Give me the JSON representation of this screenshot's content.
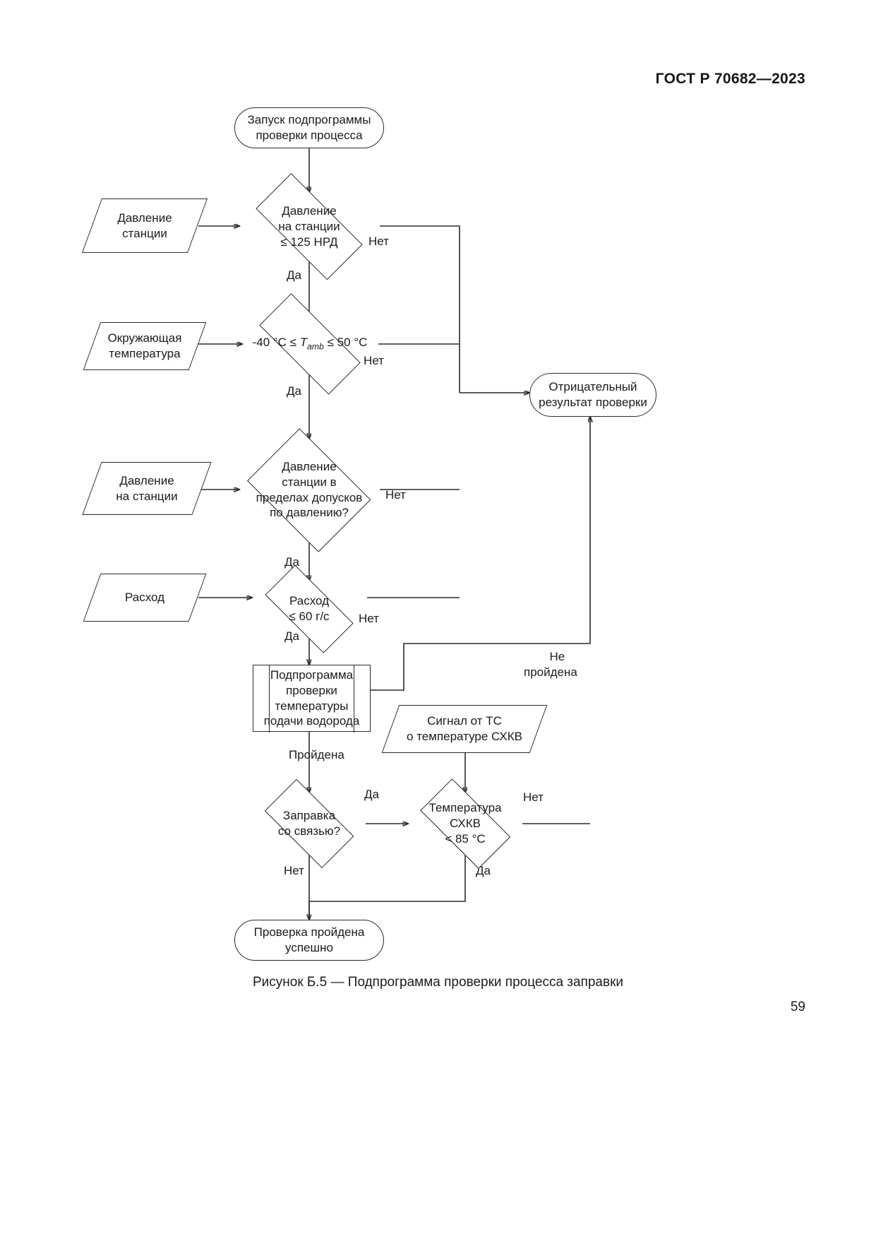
{
  "document": {
    "standard_header": "ГОСТ Р 70682—2023",
    "figure_caption": "Рисунок Б.5 — Подпрограмма проверки процесса заправки",
    "page_number": "59"
  },
  "flowchart": {
    "nodes": {
      "start": {
        "type": "terminal",
        "text": "Запуск подпрограммы\nпроверки процесса"
      },
      "input_station_pressure": {
        "type": "input",
        "text": "Давление\nстанции"
      },
      "decision_pressure_125": {
        "type": "decision",
        "text": "Давление\nна станции\n≤ 125 НРД"
      },
      "input_ambient_temp": {
        "type": "input",
        "text": "Окружающая\nтемпература"
      },
      "decision_ambient_temp": {
        "type": "decision",
        "text_prefix": "-40 °C ≤ ",
        "text_var": "T",
        "text_sub": "amb",
        "text_suffix": " ≤ 50 °C"
      },
      "input_pressure_at_station": {
        "type": "input",
        "text": "Давление\nна станции"
      },
      "decision_pressure_tolerance": {
        "type": "decision",
        "text": "Давление\nстанции в\nпределах допусков\nпо давлению?"
      },
      "input_flow": {
        "type": "input",
        "text": "Расход"
      },
      "decision_flow": {
        "type": "decision",
        "text": "Расход\n≤ 60 г/с"
      },
      "subprogram_h2_temp": {
        "type": "predefined-process",
        "text": "Подпрограмма\nпроверки\nтемпературы\nподачи водорода"
      },
      "input_ts_signal": {
        "type": "input",
        "text": "Сигнал от ТС\nо температуре СХКВ"
      },
      "decision_comm_fueling": {
        "type": "decision",
        "text": "Заправка\nсо связью?"
      },
      "decision_schkv_temp": {
        "type": "decision",
        "text": "Температура\nСХКВ\n< 85 °C"
      },
      "terminal_fail": {
        "type": "terminal",
        "text": "Отрицательный\nрезультат проверки"
      },
      "terminal_success": {
        "type": "terminal",
        "text": "Проверка пройдена\nуспешно"
      }
    },
    "edge_labels": {
      "no_1": "Нет",
      "yes_1": "Да",
      "no_2": "Нет",
      "yes_2": "Да",
      "no_3": "Нет",
      "yes_3": "Да",
      "no_4": "Нет",
      "yes_4": "Да",
      "not_passed": "Не\nпройдена",
      "passed": "Пройдена",
      "yes_comm": "Да",
      "no_comm": "Нет",
      "no_schkv": "Нет",
      "yes_schkv": "Да"
    },
    "style": {
      "stroke": "#2a2a2a",
      "fill": "#ffffff",
      "text": "#1b1b1b"
    }
  }
}
